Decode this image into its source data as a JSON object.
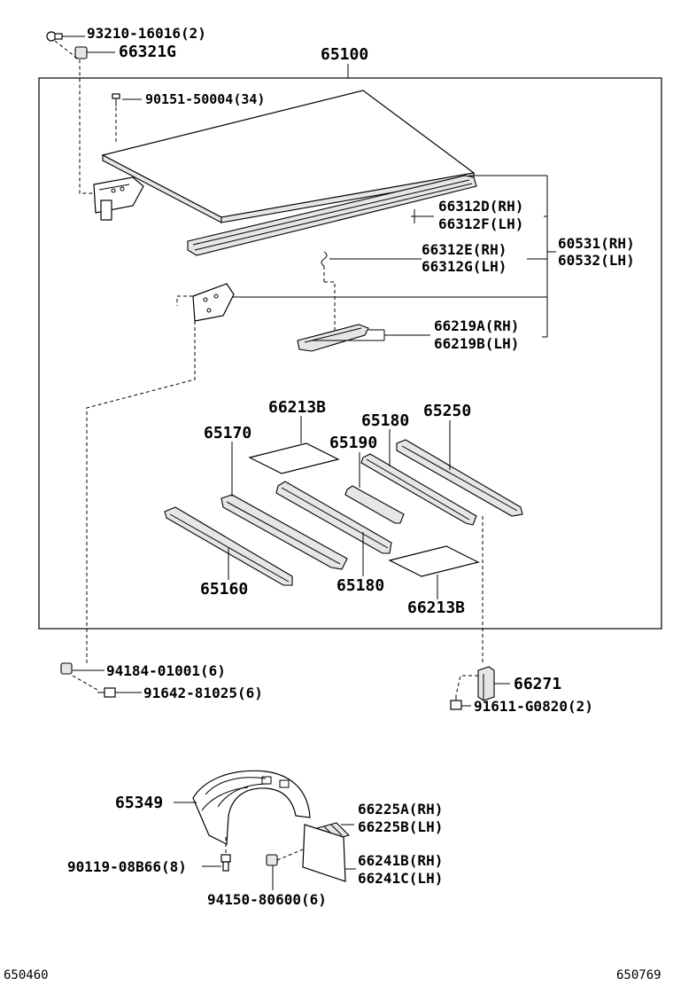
{
  "labels": {
    "p93210": "93210-16016(2)",
    "p66321G": "66321G",
    "p65100": "65100",
    "p90151": "90151-50004(34)",
    "p66312D": "66312D(RH)",
    "p66312F": "66312F(LH)",
    "p66312E": "66312E(RH)",
    "p66312G": "66312G(LH)",
    "p60531": "60531(RH)",
    "p60532": "60532(LH)",
    "p66219A": "66219A(RH)",
    "p66219B": "66219B(LH)",
    "p66213B_top": "66213B",
    "p65180_top": "65180",
    "p65250": "65250",
    "p65170": "65170",
    "p65190": "65190",
    "p65160": "65160",
    "p65180_bot": "65180",
    "p66213B_bot": "66213B",
    "p94184": "94184-01001(6)",
    "p91642": "91642-81025(6)",
    "p66271": "66271",
    "p91611": "91611-G0820(2)",
    "p65349": "65349",
    "p66225A": "66225A(RH)",
    "p66225B": "66225B(LH)",
    "p90119": "90119-08B66(8)",
    "p66241B": "66241B(RH)",
    "p66241C": "66241C(LH)",
    "p94150": "94150-80600(6)"
  },
  "footer": {
    "left_code": "650460",
    "right_code": "650769"
  }
}
